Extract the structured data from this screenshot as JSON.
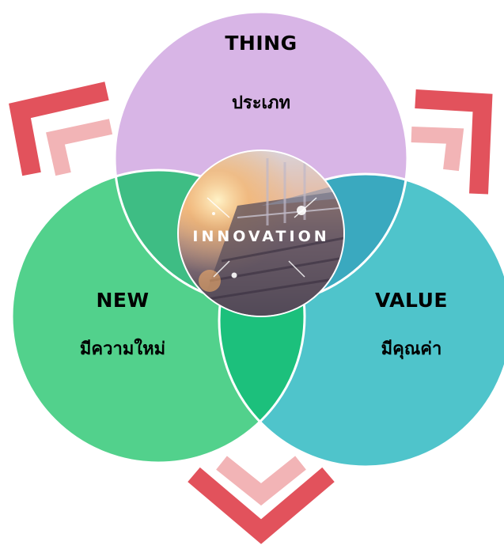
{
  "diagram": {
    "circles": {
      "top": {
        "title": "THING",
        "subtitle": "ประเภท",
        "color": "#d8b5e6"
      },
      "left": {
        "title": "NEW",
        "subtitle": "มีความใหม่",
        "color": "#52d18c"
      },
      "right": {
        "title": "VALUE",
        "subtitle": "มีคุณค่า",
        "color": "#4fc4cb"
      }
    },
    "overlaps": {
      "top_left": "#3ebd84",
      "top_right": "#3aa9bf",
      "left_right": "#1cc07c"
    },
    "center": {
      "label": "INNOVATION"
    },
    "arrow_colors": {
      "dark": "#e2525c",
      "light": "#f2b4b6"
    }
  }
}
